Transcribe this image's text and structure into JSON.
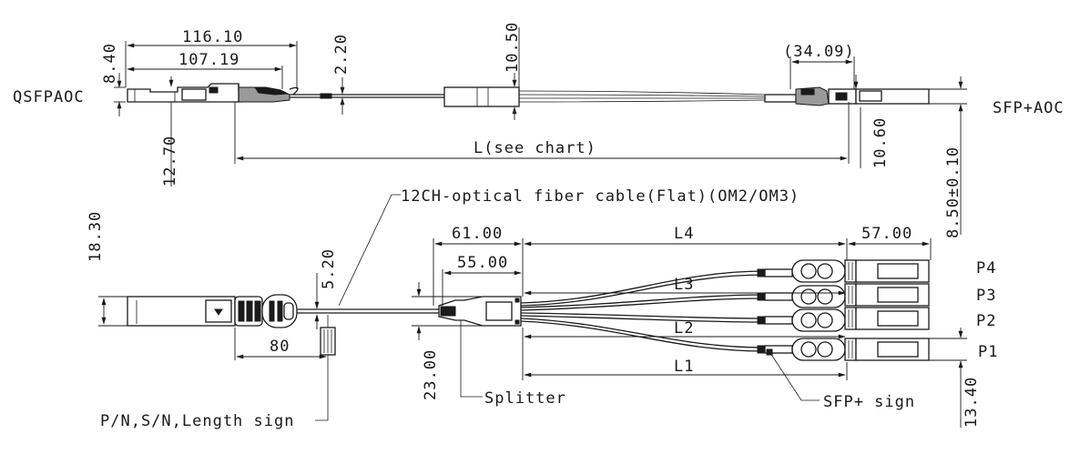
{
  "labels": {
    "qsfp_aoc": "QSFPAOC",
    "sfp_aoc": "SFP+AOC",
    "length": "L(see chart)",
    "cable": "12CH-optical fiber cable(Flat)(OM2/OM3)",
    "splitter": "Splitter",
    "pn_sign": "P/N,S/N,Length sign",
    "sfp_sign": "SFP+ sign",
    "ports": [
      "P4",
      "P3",
      "P2",
      "P1"
    ],
    "legs": [
      "L4",
      "L3",
      "L2",
      "L1"
    ]
  },
  "dimensions": {
    "d116": "116.10",
    "d107": "107.19",
    "d8_40": "8.40",
    "d2_20": "2.20",
    "d10_50": "10.50",
    "d12_70": "12.70",
    "d34_09": "(34.09)",
    "d10_60": "10.60",
    "d8_50": "8.50±0.10",
    "d18_30": "18.30",
    "d5_20": "5.20",
    "d80": "80",
    "d61": "61.00",
    "d55": "55.00",
    "d23": "23.00",
    "d57": "57.00",
    "d13_40": "13.40"
  }
}
